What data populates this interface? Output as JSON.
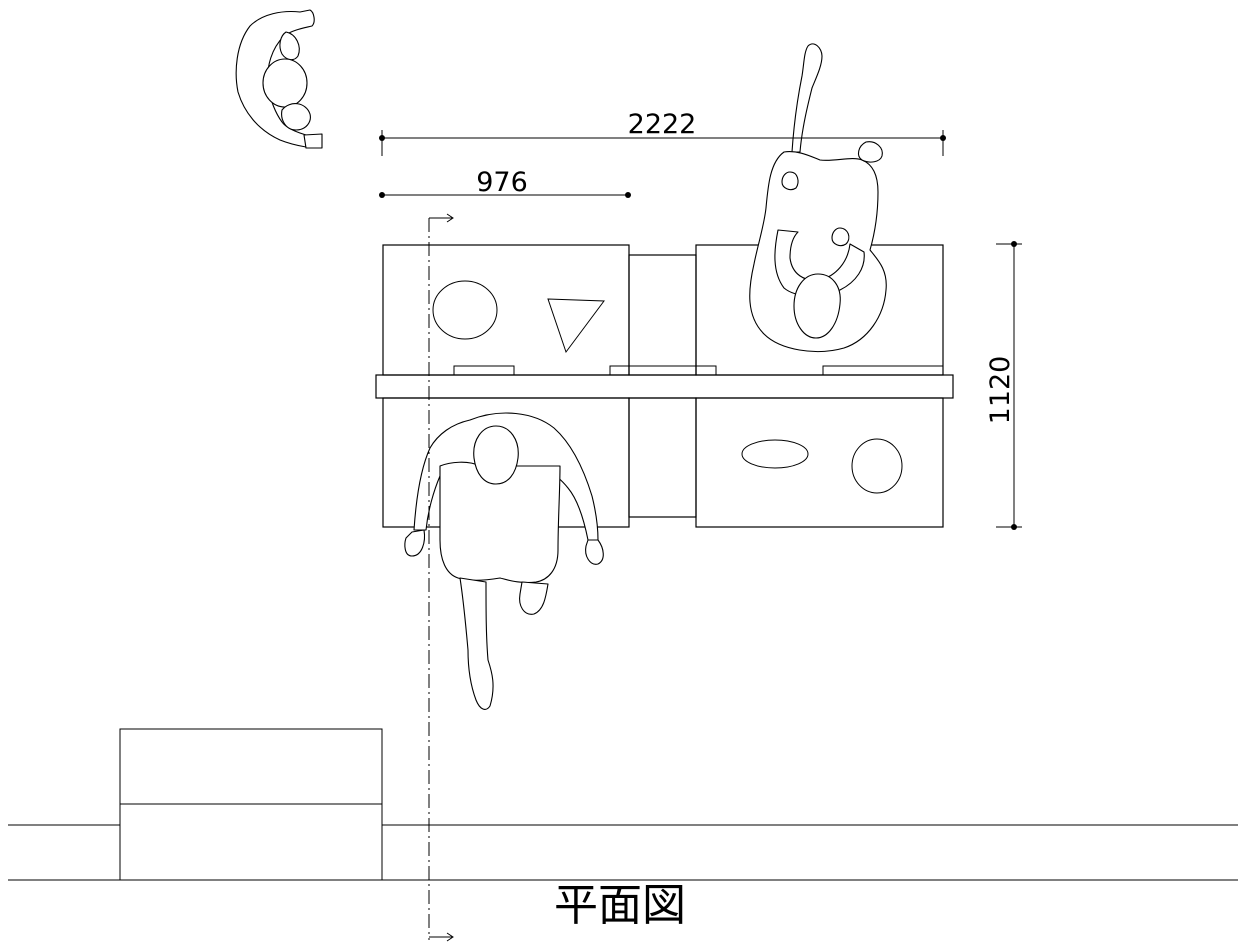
{
  "drawing": {
    "title": "平面図",
    "dimensions": {
      "overall_width": "2222",
      "left_desk_width": "976",
      "depth": "1120"
    }
  }
}
